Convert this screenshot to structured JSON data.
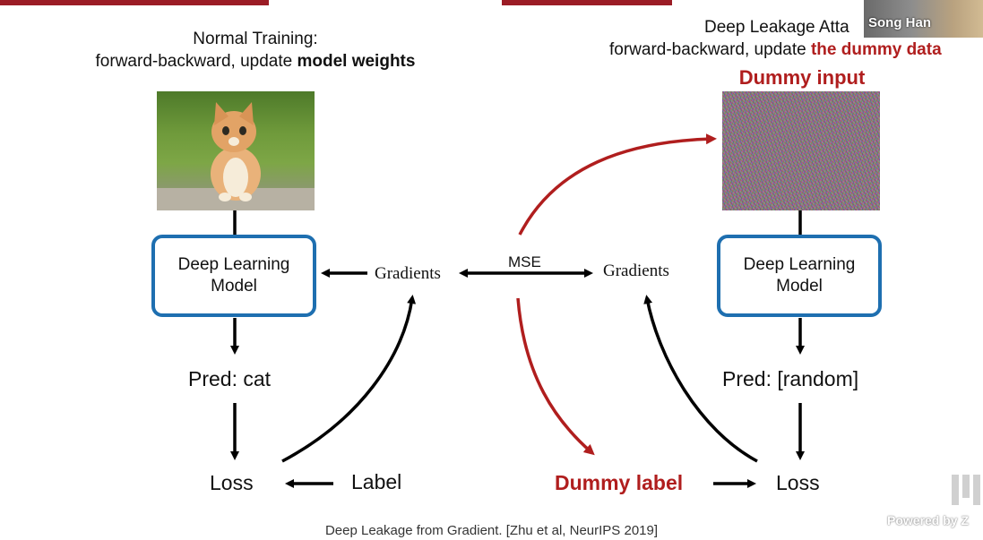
{
  "left_column": {
    "heading_line1": "Normal Training:",
    "heading_line2_prefix": "forward-backward, update ",
    "heading_line2_bold": "model weights",
    "model_line1": "Deep Learning",
    "model_line2": "Model",
    "pred": "Pred: cat",
    "loss": "Loss",
    "label": "Label",
    "gradients": "Gradients"
  },
  "right_column": {
    "heading_line1": "Deep Leakage Atta",
    "heading_line2_prefix": "forward-backward, update ",
    "heading_line2_bold": "the dummy data",
    "dummy_input": "Dummy input",
    "model_line1": "Deep Learning",
    "model_line2": "Model",
    "pred": "Pred: [random]",
    "loss": "Loss",
    "dummy_label": "Dummy label",
    "gradients": "Gradients"
  },
  "center": {
    "mse": "MSE"
  },
  "caption": "Deep Leakage from Gradient. [Zhu et al, NeurIPS 2019]",
  "overlay": {
    "speaker_name": "Song Han",
    "watermark": "Powered by Z"
  },
  "colors": {
    "accent_red": "#b01e1e",
    "model_blue": "#1e6fb0",
    "arrow": "#000000"
  }
}
